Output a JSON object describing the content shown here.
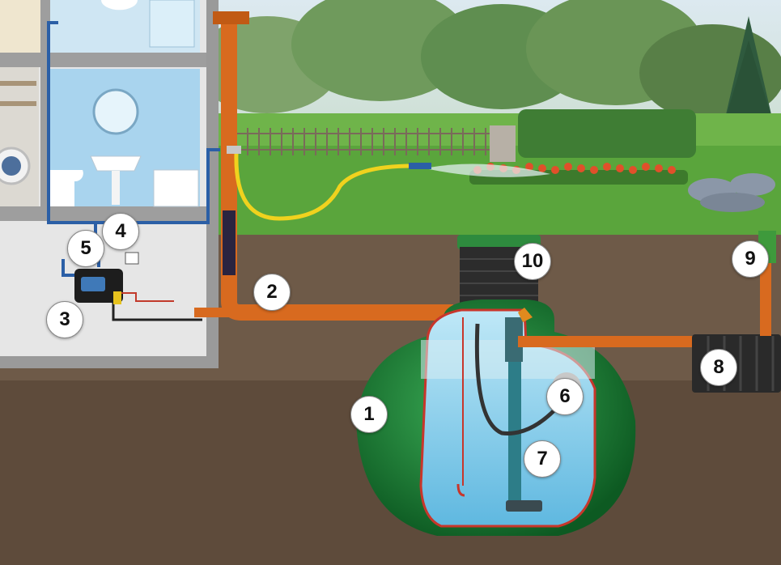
{
  "markers": [
    {
      "id": "tank",
      "label": "1"
    },
    {
      "id": "downpipe-inlet",
      "label": "2"
    },
    {
      "id": "pump-unit",
      "label": "3"
    },
    {
      "id": "house-supply-line",
      "label": "4"
    },
    {
      "id": "pressure-switch",
      "label": "5"
    },
    {
      "id": "floating-filter",
      "label": "6"
    },
    {
      "id": "calmed-inlet",
      "label": "7"
    },
    {
      "id": "infiltration-block",
      "label": "8"
    },
    {
      "id": "overflow-pipe",
      "label": "9"
    },
    {
      "id": "tank-dome",
      "label": "10"
    }
  ],
  "colors": {
    "sky": "#cfe4f2",
    "trees": "#5c8a4a",
    "lawn": "#5aa53c",
    "soil": "#6e5a48",
    "house_wall": "#e6e6e6",
    "tiles": "#a9d4ee",
    "pipe_orange": "#d86a1f",
    "water_line_blue": "#2b5fa6",
    "tank_green": "#1f8a3a",
    "tank_water": "#8fd0ee",
    "hose_yellow": "#f0d21e"
  }
}
